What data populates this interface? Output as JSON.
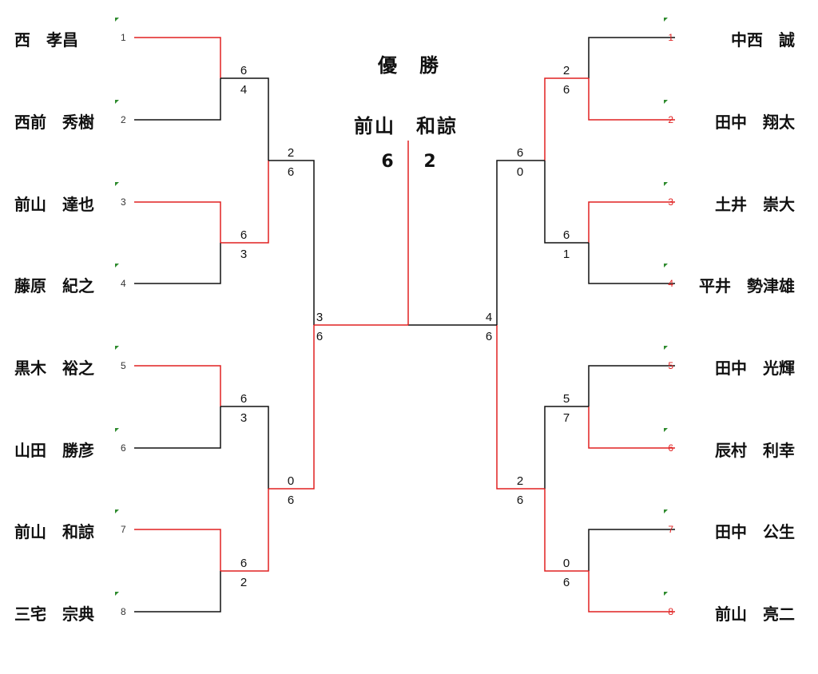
{
  "title": "優　勝",
  "champion": "前山　和諒",
  "final_score": [
    "6",
    "2"
  ],
  "colors": {
    "winner": "#e02020",
    "loser": "#111111",
    "marker": "#2e8b2e"
  },
  "left": {
    "players": [
      {
        "seed": "1",
        "name": "西　孝昌"
      },
      {
        "seed": "2",
        "name": "西前　秀樹"
      },
      {
        "seed": "3",
        "name": "前山　達也"
      },
      {
        "seed": "4",
        "name": "藤原　紀之"
      },
      {
        "seed": "5",
        "name": "黒木　裕之"
      },
      {
        "seed": "6",
        "name": "山田　勝彦"
      },
      {
        "seed": "7",
        "name": "前山　和諒"
      },
      {
        "seed": "8",
        "name": "三宅　宗典"
      }
    ],
    "r1_scores": [
      [
        "6",
        "4"
      ],
      [
        "6",
        "3"
      ],
      [
        "6",
        "3"
      ],
      [
        "6",
        "2"
      ]
    ],
    "r2_scores": [
      [
        "2",
        "6"
      ],
      [
        "0",
        "6"
      ]
    ],
    "sf_score": [
      "3",
      "6"
    ]
  },
  "right": {
    "players": [
      {
        "seed": "1",
        "name": "中西　誠"
      },
      {
        "seed": "2",
        "name": "田中　翔太"
      },
      {
        "seed": "3",
        "name": "土井　崇大"
      },
      {
        "seed": "4",
        "name": "平井　勢津雄"
      },
      {
        "seed": "5",
        "name": "田中　光輝"
      },
      {
        "seed": "6",
        "name": "辰村　利幸"
      },
      {
        "seed": "7",
        "name": "田中　公生"
      },
      {
        "seed": "8",
        "name": "前山　亮二"
      }
    ],
    "r1_scores": [
      [
        "2",
        "6"
      ],
      [
        "6",
        "1"
      ],
      [
        "5",
        "7"
      ],
      [
        "0",
        "6"
      ]
    ],
    "r2_scores": [
      [
        "6",
        "0"
      ],
      [
        "2",
        "6"
      ]
    ],
    "sf_score": [
      "4",
      "6"
    ]
  }
}
